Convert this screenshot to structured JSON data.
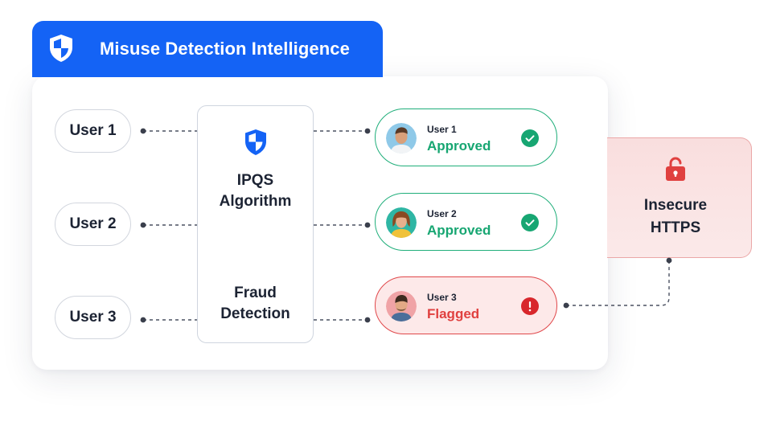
{
  "header": {
    "title": "Misuse Detection Intelligence",
    "icon": "shield-icon"
  },
  "users": [
    {
      "label": "User 1"
    },
    {
      "label": "User 2"
    },
    {
      "label": "User 3"
    }
  ],
  "algorithm": {
    "title_line1": "IPQS",
    "title_line2": "Algorithm",
    "fraud_line1": "Fraud",
    "fraud_line2": "Detection",
    "icon": "shield-icon"
  },
  "results": [
    {
      "name": "User 1",
      "status": "Approved",
      "state": "approved",
      "icon": "check-circle-icon"
    },
    {
      "name": "User 2",
      "status": "Approved",
      "state": "approved",
      "icon": "check-circle-icon"
    },
    {
      "name": "User 3",
      "status": "Flagged",
      "state": "flagged",
      "icon": "alert-circle-icon"
    }
  ],
  "insecure": {
    "line1": "Insecure",
    "line2": "HTTPS",
    "icon": "unlock-icon"
  },
  "colors": {
    "brand_blue": "#1463f5",
    "approved_green": "#17a672",
    "flagged_red": "#e0403f",
    "insecure_bg": "#f9dede"
  }
}
